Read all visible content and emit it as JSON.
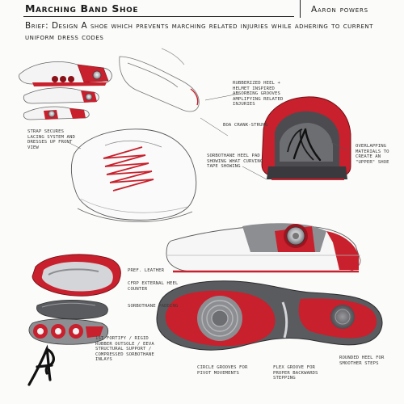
{
  "header": {
    "title": "Marching Band Shoe",
    "author": "Aaron powers"
  },
  "brief": "Brief: Design A shoe which prevents marching related injuries while adhering to current uniform dress codes",
  "annotations": {
    "heel_helmet": "Rubberized heel + helmet inspired absorbing grooves amplifying related injuries",
    "boa": "Boa crank-strung",
    "strap": "Strap secures lacing system and dresses up front view",
    "sorbothane_heel": "Sorbothane heel pad showing what curving tape showing",
    "overlapping": "Overlapping materials to create an \"upper\" shoe",
    "pref_leather": "Pref. leather",
    "cfrp": "CFRP external heel counter",
    "sorbothane_padding": "Sorbothane padding",
    "layers": "1st fortify / rigid rubber outsole / eeva structural support / compressed sorbothane inlays",
    "circle_grooves": "Circle grooves for pivot movements",
    "flex_groove": "Flex groove for proper backwards stepping",
    "rounded_heel": "Rounded heel for smoother steps"
  },
  "colors": {
    "accent_red": "#c8202c",
    "dark_gray": "#4a4a4e",
    "mid_gray": "#8d8e92",
    "light_gray": "#d4d5d8",
    "ink": "#1c1c1c"
  },
  "icons": [
    "ap-monogram-logo"
  ]
}
